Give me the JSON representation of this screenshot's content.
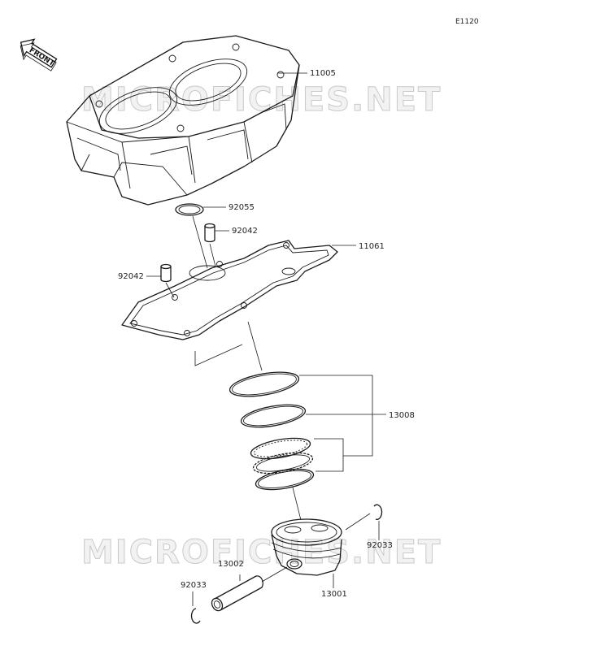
{
  "diagram_code": "E1120",
  "front_label": "FRONT",
  "watermark": "MICROFICHES.NET",
  "parts": {
    "cylinder": "11005",
    "o_ring": "92055",
    "dowel_pin_upper": "92042",
    "dowel_pin_left": "92042",
    "cylinder_gasket": "11061",
    "piston_ring_set": "13008",
    "piston_pin_clip_right": "92033",
    "piston_pin": "13002",
    "piston_pin_clip_left": "92033",
    "piston": "13001"
  }
}
